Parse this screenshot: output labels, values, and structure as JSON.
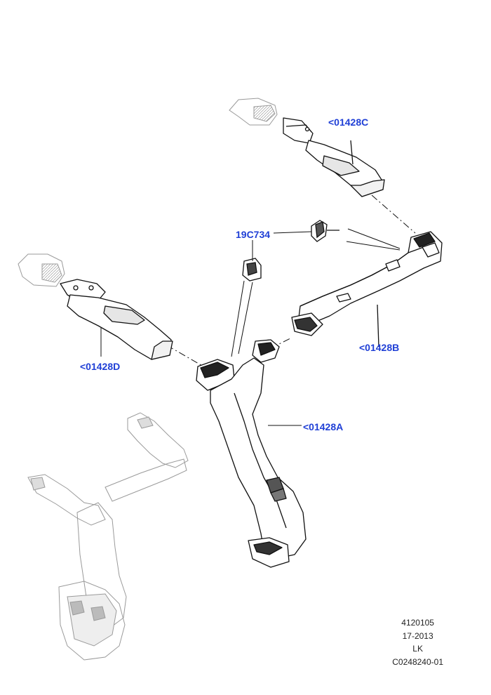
{
  "callouts": {
    "c_01428C": "<01428C",
    "c_19C734": "19C734",
    "c_01428B": "<01428B",
    "c_01428D": "<01428D",
    "c_01428A": "<01428A"
  },
  "meta": {
    "line1": "4120105",
    "line2": "17-2013",
    "line3": "LK",
    "line4": "C0248240-01"
  },
  "colors": {
    "callout": "#1f3fd6",
    "line_art": "#111111",
    "ghost_art": "#a8a8a8"
  }
}
